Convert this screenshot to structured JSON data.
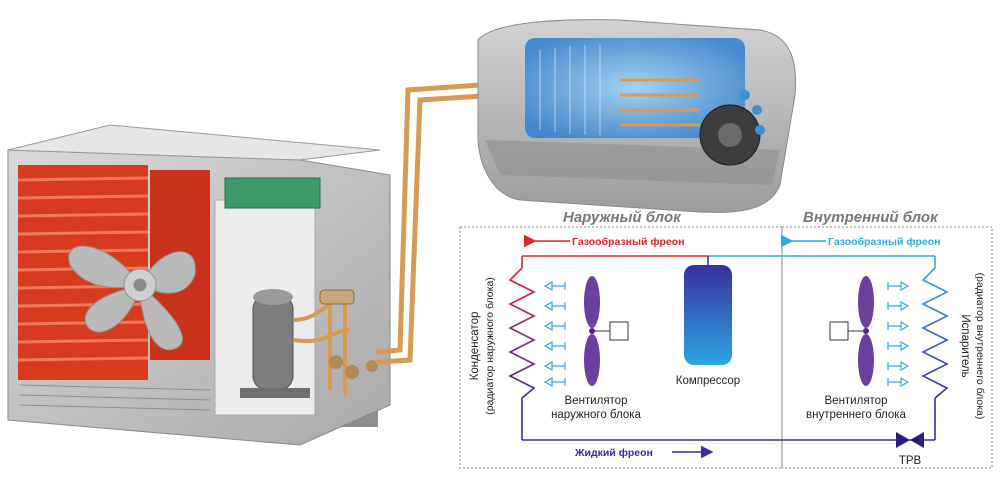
{
  "sections": {
    "outdoor_title": "Наружный блок",
    "indoor_title": "Внутренний блок"
  },
  "flows": {
    "gas_outdoor": "Газообразный фреон",
    "gas_indoor": "Газообразный фреон",
    "liquid": "Жидкий фреон"
  },
  "components": {
    "compressor": "Компрессор",
    "fan_outdoor_line1": "Вентилятор",
    "fan_outdoor_line2": "наружного блока",
    "fan_indoor_line1": "Вентилятор",
    "fan_indoor_line2": "внутреннего блока",
    "valve": "ТРВ"
  },
  "side_labels": {
    "condenser_line1": "Конденсатор",
    "condenser_line2": "(радиатор наружного блока)",
    "evaporator_line1": "Испаритель",
    "evaporator_line2": "(радиатор внутреннего блока)"
  },
  "colors": {
    "gas_hot": "#e0242a",
    "gas_cold": "#33a9e0",
    "liquid": "#3b2aa0",
    "fan": "#6a3fa0",
    "compressor_top": "#3a2fa0",
    "compressor_bottom": "#2aa6e0",
    "fins_hot": "#d83a1e",
    "pipe_copper": "#d79a55"
  }
}
